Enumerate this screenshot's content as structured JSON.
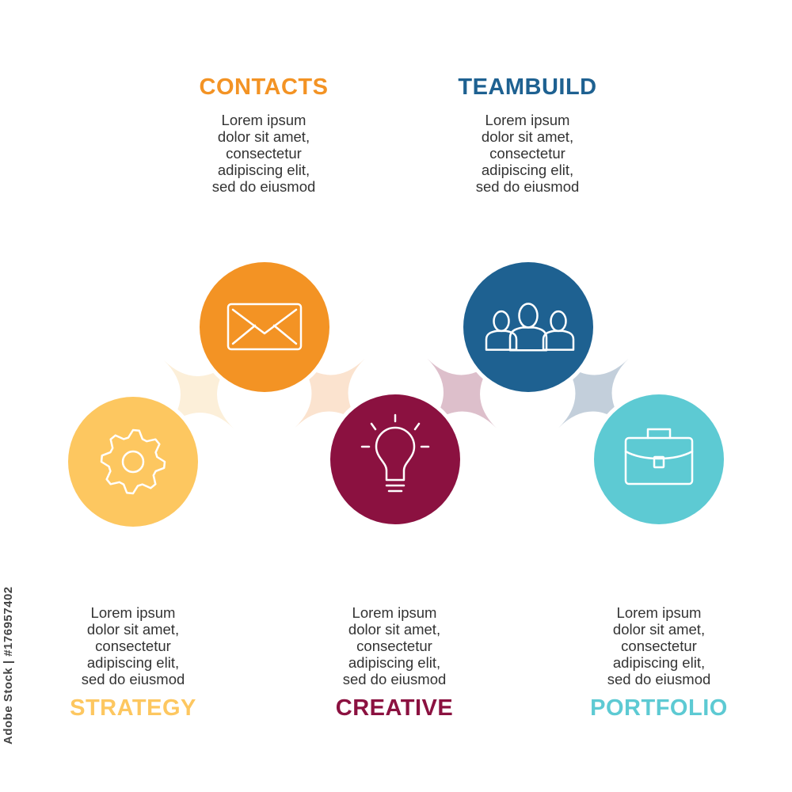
{
  "items": [
    {
      "title": "STRATEGY",
      "color": "#FDC760",
      "icon": "gear-icon",
      "text": "Lorem ipsum\ndolor sit amet,\nconsectetur\nadipiscing elit,\nsed do eiusmod"
    },
    {
      "title": "CONTACTS",
      "color": "#F39324",
      "icon": "envelope-icon",
      "text": "Lorem ipsum\ndolor sit amet,\nconsectetur\nadipiscing elit,\nsed do eiusmod"
    },
    {
      "title": "CREATIVE",
      "color": "#8B1140",
      "icon": "lightbulb-icon",
      "text": "Lorem ipsum\ndolor sit amet,\nconsectetur\nadipiscing elit,\nsed do eiusmod"
    },
    {
      "title": "TEAMBUILD",
      "color": "#1E6191",
      "icon": "people-icon",
      "text": "Lorem ipsum\ndolor sit amet,\nconsectetur\nadipiscing elit,\nsed do eiusmod"
    },
    {
      "title": "PORTFOLIO",
      "color": "#5DCAD3",
      "icon": "briefcase-icon",
      "text": "Lorem ipsum\ndolor sit amet,\nconsectetur\nadipiscing elit,\nsed do eiusmod"
    }
  ],
  "connector_colors": [
    "#FCEFD9",
    "#FBE3CF",
    "#DDBFCB",
    "#C3CFDB"
  ],
  "side_id": "Adobe Stock | #176957402"
}
